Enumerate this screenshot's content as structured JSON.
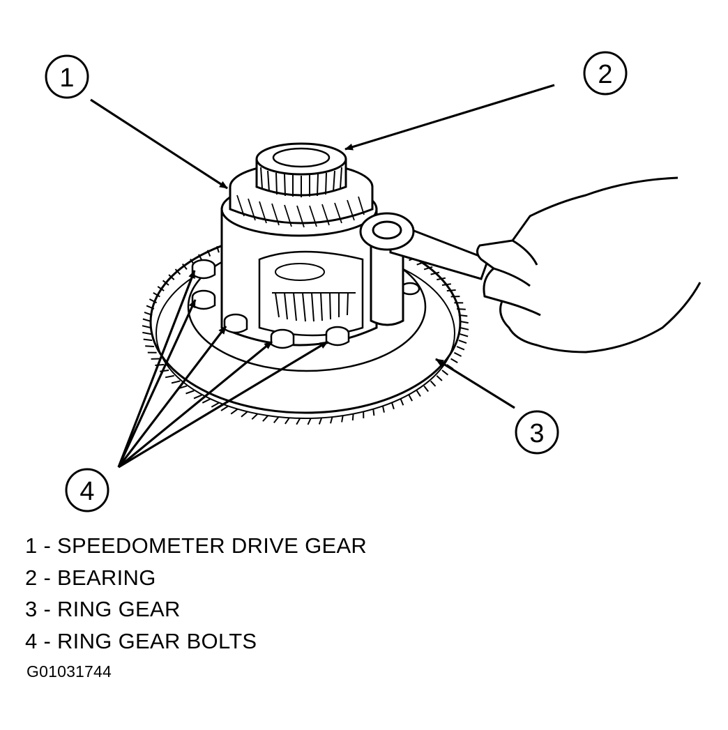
{
  "callouts": [
    {
      "number": "1"
    },
    {
      "number": "2"
    },
    {
      "number": "3"
    },
    {
      "number": "4"
    }
  ],
  "legend": [
    {
      "number": "1",
      "label": "SPEEDOMETER DRIVE GEAR",
      "text": "1 - SPEEDOMETER DRIVE GEAR"
    },
    {
      "number": "2",
      "label": "BEARING",
      "text": "2 - BEARING"
    },
    {
      "number": "3",
      "label": "RING GEAR",
      "text": "3 - RING GEAR"
    },
    {
      "number": "4",
      "label": "RING GEAR BOLTS",
      "text": "4 - RING GEAR BOLTS"
    }
  ],
  "figure_id": "G01031744",
  "colors": {
    "ink": "#000000",
    "background": "#ffffff"
  },
  "illustration": {
    "subject-icons": [
      "differential-case-icon",
      "ring-gear-icon",
      "bearing-icon",
      "speedometer-gear-icon",
      "wrench-icon",
      "hand-icon",
      "bolt-icon"
    ]
  }
}
